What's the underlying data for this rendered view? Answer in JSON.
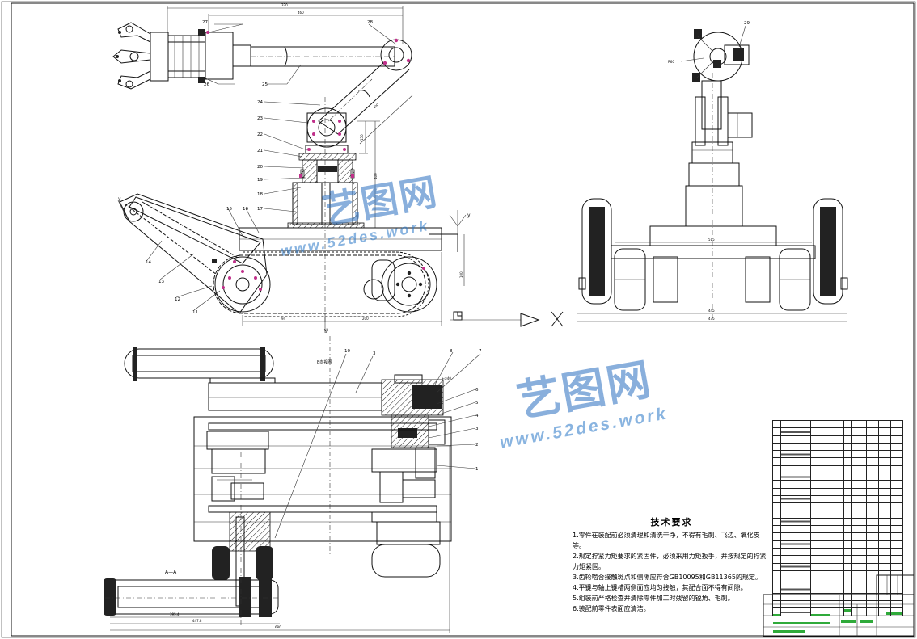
{
  "callouts_front": [
    "27",
    "28",
    "26",
    "25",
    "24",
    "23",
    "22",
    "21",
    "20",
    "19",
    "18",
    "17",
    "16",
    "15",
    "14",
    "13",
    "12",
    "11"
  ],
  "callout_side": "29",
  "callouts_plan": [
    "10",
    "9",
    "8",
    "7",
    "6",
    "5",
    "4",
    "3",
    "2",
    "1"
  ],
  "section_label": "A—A",
  "view_label": "B向视图",
  "tech": {
    "title": "技术要求",
    "items": [
      "1.零件在装配前必须清理和清洗干净，不得有毛刺、飞边、氧化皮等。",
      "2.规定拧紧力矩要求的紧固件，必须采用力矩扳手，并按规定的拧紧力矩紧固。",
      "3.齿轮啮合接触斑点和侧隙应符合GB10095和GB11365的规定。",
      "4.平键与轴上键槽两侧面应均匀接触，其配合面不得有间隙。",
      "5.组装前严格检查并清除零件加工时残留的锐角、毛刺。",
      "6.装配前零件表面应清洁。"
    ]
  },
  "watermark": {
    "brand": "艺图网",
    "url": "www.52des.work"
  },
  "colors": {
    "line": "#111111",
    "watermark": "#2a78c8",
    "title_green": "#2faa3a"
  }
}
